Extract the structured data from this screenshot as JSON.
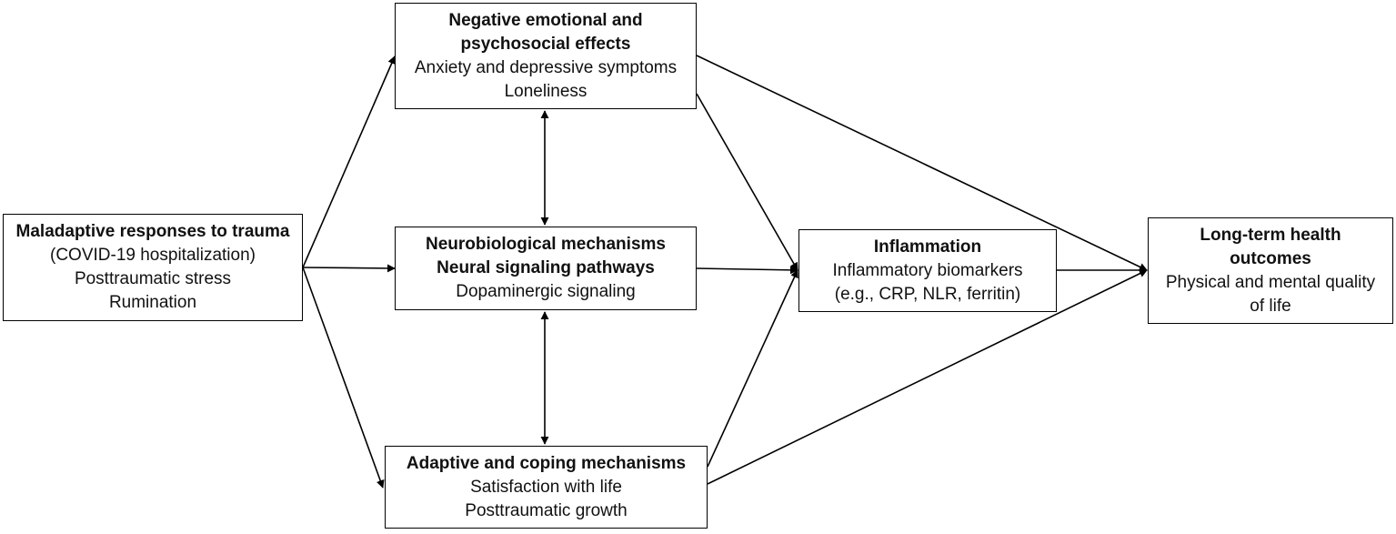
{
  "diagram": {
    "maladaptive": {
      "title": "Maladaptive responses to trauma",
      "lines": [
        "(COVID-19 hospitalization)",
        "Posttraumatic stress",
        "Rumination"
      ]
    },
    "negative": {
      "title_lines": [
        "Negative emotional and",
        "psychosocial effects"
      ],
      "lines": [
        "Anxiety and depressive symptoms",
        "Loneliness"
      ]
    },
    "neuro": {
      "title_lines": [
        "Neurobiological mechanisms",
        "Neural signaling pathways"
      ],
      "lines": [
        "Dopaminergic signaling"
      ]
    },
    "adaptive": {
      "title": "Adaptive and coping mechanisms",
      "lines": [
        "Satisfaction with life",
        "Posttraumatic growth"
      ]
    },
    "inflammation": {
      "title": "Inflammation",
      "lines": [
        "Inflammatory biomarkers",
        "(e.g., CRP, NLR, ferritin)"
      ]
    },
    "longterm": {
      "title_lines": [
        "Long-term health",
        "outcomes"
      ],
      "lines": [
        "Physical and mental quality",
        "of life"
      ]
    },
    "arrow_color": "#000000"
  }
}
